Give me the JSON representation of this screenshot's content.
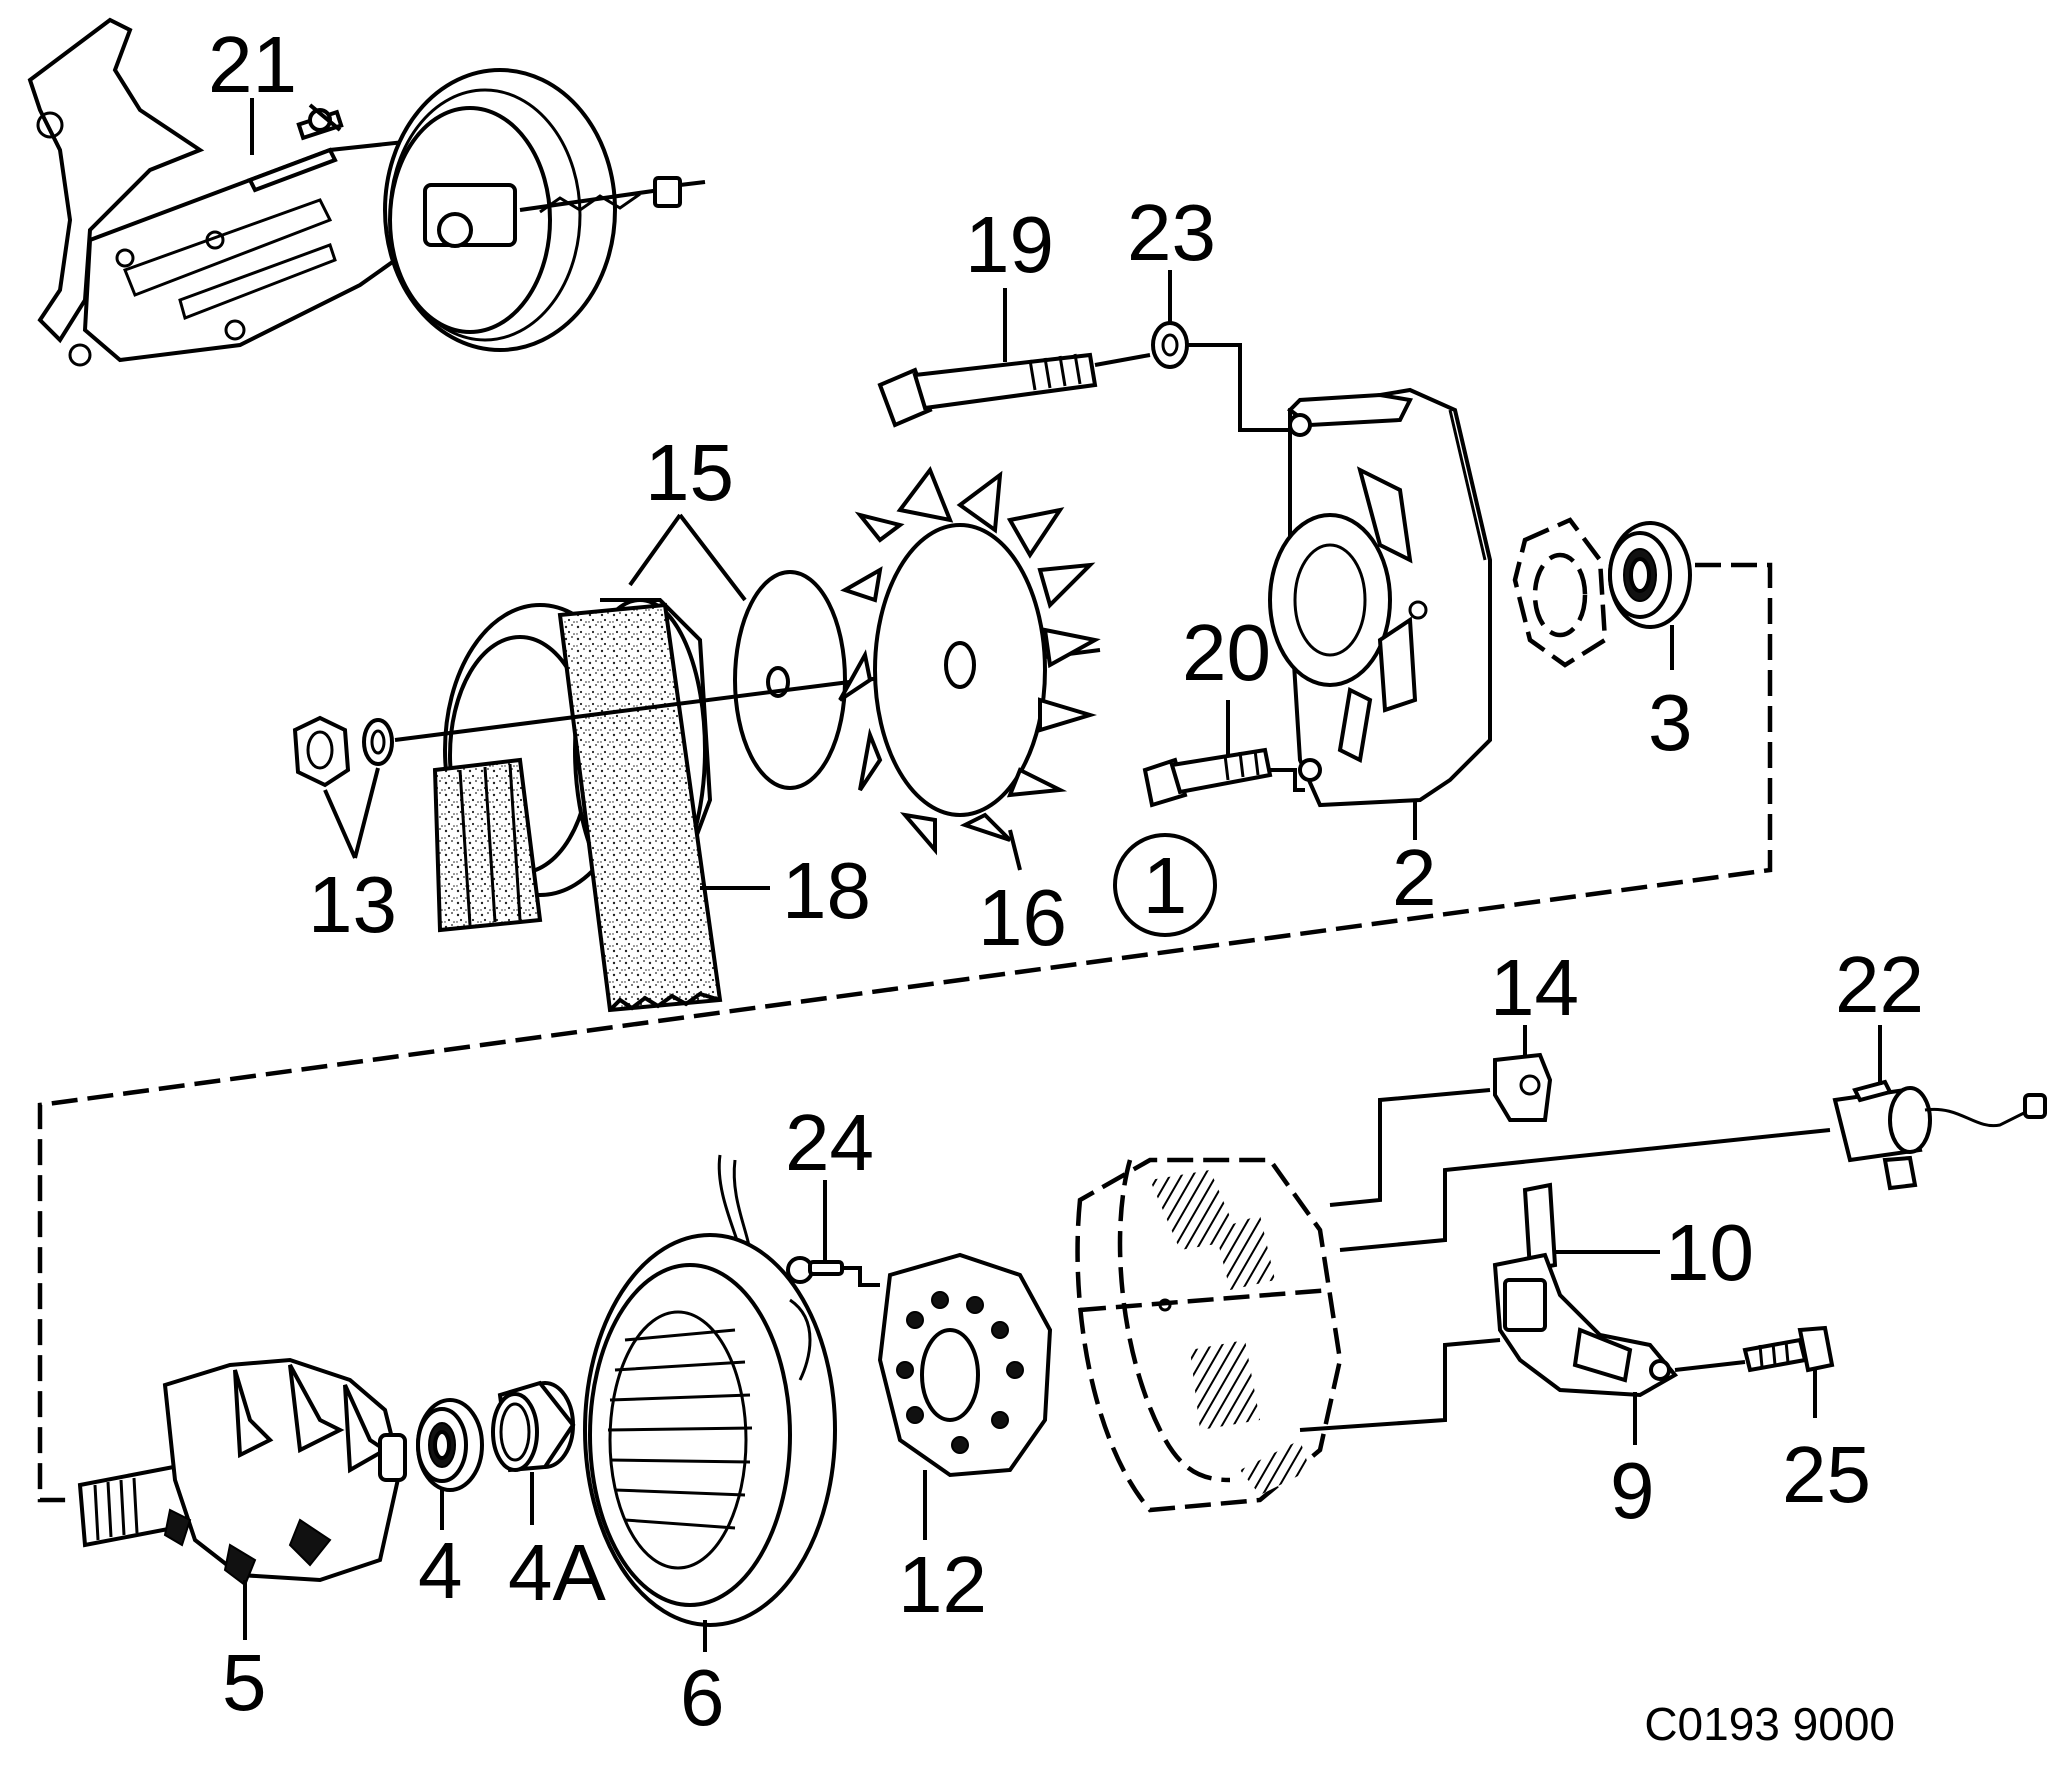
{
  "labels": {
    "l21": "21",
    "l19": "19",
    "l23": "23",
    "l15": "15",
    "l20": "20",
    "l3": "3",
    "l2": "2",
    "l13": "13",
    "l18": "18",
    "l16": "16",
    "l1": "1",
    "l14": "14",
    "l22": "22",
    "l24": "24",
    "l10": "10",
    "l5": "5",
    "l4": "4",
    "l4a": "4A",
    "l6": "6",
    "l12": "12",
    "l9": "9",
    "l25": "25"
  },
  "drawing_code": "C0193 9000"
}
